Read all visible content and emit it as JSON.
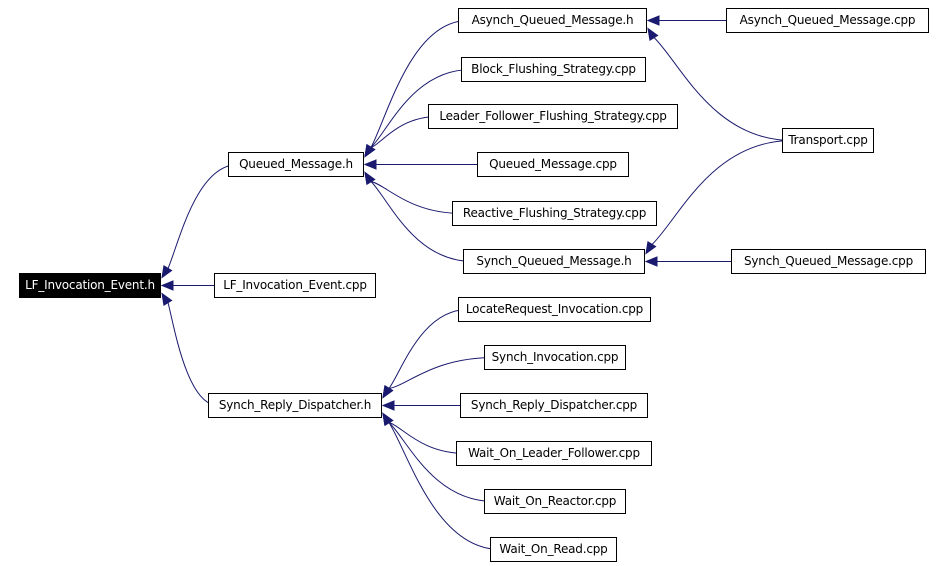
{
  "colors": {
    "edge": "#1a1a6e",
    "arrowhead": "#1a1a6e",
    "node_border": "#000000",
    "root_fill": "#000000",
    "root_text": "#ffffff"
  },
  "nodes": {
    "lf_invocation_event_h": "LF_Invocation_Event.h",
    "queued_message_h": "Queued_Message.h",
    "lf_invocation_event_cpp": "LF_Invocation_Event.cpp",
    "synch_reply_dispatcher_h": "Synch_Reply_Dispatcher.h",
    "asynch_queued_message_h": "Asynch_Queued_Message.h",
    "block_flushing_strategy_cpp": "Block_Flushing_Strategy.cpp",
    "leader_follower_flushing_strategy_cpp": "Leader_Follower_Flushing_Strategy.cpp",
    "queued_message_cpp": "Queued_Message.cpp",
    "reactive_flushing_strategy_cpp": "Reactive_Flushing_Strategy.cpp",
    "synch_queued_message_h": "Synch_Queued_Message.h",
    "asynch_queued_message_cpp": "Asynch_Queued_Message.cpp",
    "transport_cpp": "Transport.cpp",
    "synch_queued_message_cpp": "Synch_Queued_Message.cpp",
    "locaterequest_invocation_cpp": "LocateRequest_Invocation.cpp",
    "synch_invocation_cpp": "Synch_Invocation.cpp",
    "synch_reply_dispatcher_cpp": "Synch_Reply_Dispatcher.cpp",
    "wait_on_leader_follower_cpp": "Wait_On_Leader_Follower.cpp",
    "wait_on_reactor_cpp": "Wait_On_Reactor.cpp",
    "wait_on_read_cpp": "Wait_On_Read.cpp"
  },
  "edges": [
    {
      "from": "queued_message_h",
      "to": "lf_invocation_event_h"
    },
    {
      "from": "lf_invocation_event_cpp",
      "to": "lf_invocation_event_h"
    },
    {
      "from": "synch_reply_dispatcher_h",
      "to": "lf_invocation_event_h"
    },
    {
      "from": "asynch_queued_message_h",
      "to": "queued_message_h"
    },
    {
      "from": "block_flushing_strategy_cpp",
      "to": "queued_message_h"
    },
    {
      "from": "leader_follower_flushing_strategy_cpp",
      "to": "queued_message_h"
    },
    {
      "from": "queued_message_cpp",
      "to": "queued_message_h"
    },
    {
      "from": "reactive_flushing_strategy_cpp",
      "to": "queued_message_h"
    },
    {
      "from": "synch_queued_message_h",
      "to": "queued_message_h"
    },
    {
      "from": "asynch_queued_message_cpp",
      "to": "asynch_queued_message_h"
    },
    {
      "from": "transport_cpp",
      "to": "asynch_queued_message_h"
    },
    {
      "from": "transport_cpp",
      "to": "synch_queued_message_h"
    },
    {
      "from": "synch_queued_message_cpp",
      "to": "synch_queued_message_h"
    },
    {
      "from": "locaterequest_invocation_cpp",
      "to": "synch_reply_dispatcher_h"
    },
    {
      "from": "synch_invocation_cpp",
      "to": "synch_reply_dispatcher_h"
    },
    {
      "from": "synch_reply_dispatcher_cpp",
      "to": "synch_reply_dispatcher_h"
    },
    {
      "from": "wait_on_leader_follower_cpp",
      "to": "synch_reply_dispatcher_h"
    },
    {
      "from": "wait_on_reactor_cpp",
      "to": "synch_reply_dispatcher_h"
    },
    {
      "from": "wait_on_read_cpp",
      "to": "synch_reply_dispatcher_h"
    }
  ]
}
